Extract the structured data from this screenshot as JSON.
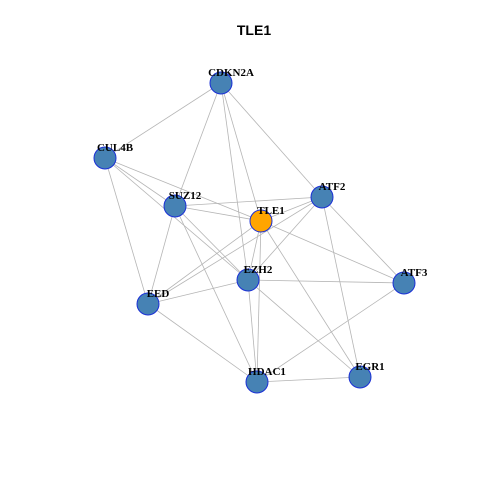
{
  "diagram": {
    "title": "TLE1",
    "node_fill": "#4682b4",
    "node_stroke": "#1a2fd6",
    "focus_fill": "#ffa500",
    "edge_color": "#b5b5b5",
    "nodes": [
      {
        "id": "CDKN2A",
        "label": "CDKN2A",
        "focus": false
      },
      {
        "id": "CUL4B",
        "label": "CUL4B",
        "focus": false
      },
      {
        "id": "SUZ12",
        "label": "SUZ12",
        "focus": false
      },
      {
        "id": "TLE1",
        "label": "TLE1",
        "focus": true
      },
      {
        "id": "ATF2",
        "label": "ATF2",
        "focus": false
      },
      {
        "id": "EZH2",
        "label": "EZH2",
        "focus": false
      },
      {
        "id": "ATF3",
        "label": "ATF3",
        "focus": false
      },
      {
        "id": "EED",
        "label": "EED",
        "focus": false
      },
      {
        "id": "HDAC1",
        "label": "HDAC1",
        "focus": false
      },
      {
        "id": "EGR1",
        "label": "EGR1",
        "focus": false
      }
    ],
    "edges": [
      [
        "CDKN2A",
        "CUL4B"
      ],
      [
        "CDKN2A",
        "SUZ12"
      ],
      [
        "CDKN2A",
        "TLE1"
      ],
      [
        "CDKN2A",
        "ATF2"
      ],
      [
        "CDKN2A",
        "EZH2"
      ],
      [
        "CUL4B",
        "SUZ12"
      ],
      [
        "CUL4B",
        "TLE1"
      ],
      [
        "CUL4B",
        "EZH2"
      ],
      [
        "CUL4B",
        "EED"
      ],
      [
        "SUZ12",
        "ATF2"
      ],
      [
        "SUZ12",
        "TLE1"
      ],
      [
        "SUZ12",
        "EZH2"
      ],
      [
        "SUZ12",
        "EED"
      ],
      [
        "SUZ12",
        "HDAC1"
      ],
      [
        "TLE1",
        "ATF2"
      ],
      [
        "TLE1",
        "EED"
      ],
      [
        "TLE1",
        "EZH2"
      ],
      [
        "TLE1",
        "HDAC1"
      ],
      [
        "TLE1",
        "EGR1"
      ],
      [
        "TLE1",
        "ATF3"
      ],
      [
        "ATF2",
        "EED"
      ],
      [
        "ATF2",
        "EZH2"
      ],
      [
        "ATF2",
        "ATF3"
      ],
      [
        "ATF2",
        "EGR1"
      ],
      [
        "EZH2",
        "EED"
      ],
      [
        "EZH2",
        "ATF3"
      ],
      [
        "EZH2",
        "HDAC1"
      ],
      [
        "EZH2",
        "EGR1"
      ],
      [
        "EED",
        "HDAC1"
      ],
      [
        "HDAC1",
        "ATF3"
      ],
      [
        "HDAC1",
        "EGR1"
      ]
    ]
  }
}
